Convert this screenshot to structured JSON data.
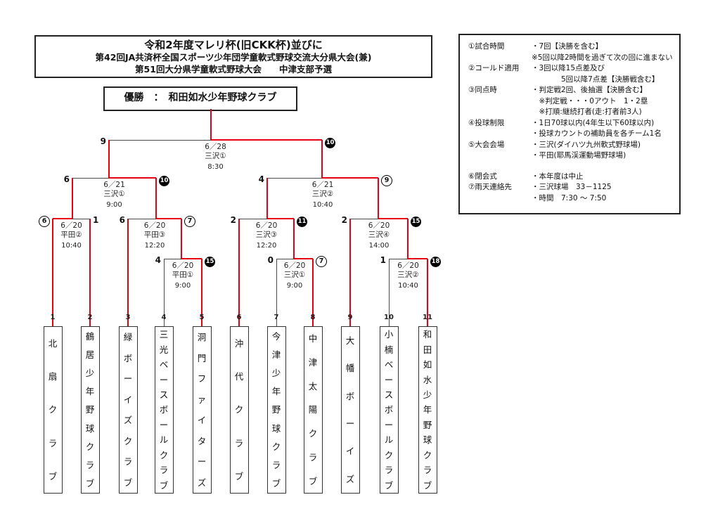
{
  "header": {
    "line1": "令和2年度マレリ杯(旧CKK杯)並びに",
    "line2": "第42回JA共済杯全国スポーツ少年団学童軟式野球交流大分県大会(兼)",
    "line3": "第51回大分県学童軟式野球大会　　中津支部予選"
  },
  "champion": {
    "label": "優勝　：　和田如水少年野球クラブ"
  },
  "colors": {
    "winner_path_red": "#e60012",
    "bracket_line_gray": "#4a4a4a"
  },
  "rules": {
    "rows": [
      {
        "label": "①試合時間",
        "text": "・7回【決勝を含む】"
      },
      {
        "label": "",
        "text": "※5回以降2時間を過ぎて次の回に進まない"
      },
      {
        "label": "②コールド適用",
        "text": "・3回以降15点差及び"
      },
      {
        "label": "",
        "text": "　　　　5回以降7点差【決勝戦含む】"
      },
      {
        "label": "③同点時",
        "text": "・判定戦2回、後抽選【決勝含む】"
      },
      {
        "label": "",
        "text": "　※判定戦・・・0アウト　1・2塁"
      },
      {
        "label": "",
        "text": "　※打順:継続打者(走:打者前3人)"
      },
      {
        "label": "④投球制限",
        "text": "・1日70球以内(4年生以下60球以内)"
      },
      {
        "label": "",
        "text": "・投球カウントの補助員を各チーム1名"
      },
      {
        "label": "⑤大会会場",
        "text": "・三沢(ダイハツ九州軟式野球場)"
      },
      {
        "label": "",
        "text": "・平田(耶馬渓運動場野球場)"
      },
      {
        "label": "",
        "text": "",
        "spacer": true
      },
      {
        "label": "⑥閉会式",
        "text": "・本年度は中止"
      },
      {
        "label": "⑦雨天連絡先",
        "text": "・三沢球場　33－1125"
      },
      {
        "label": "",
        "text": "・時間　7:30 ～ 7:50"
      }
    ]
  },
  "bracket": {
    "teams": [
      {
        "seed": "1",
        "name": "北扇クラブ"
      },
      {
        "seed": "2",
        "name": "鶴居少年野球クラブ"
      },
      {
        "seed": "3",
        "name": "緑ボーイズクラブ"
      },
      {
        "seed": "4",
        "name": "三光ベースボールクラブ"
      },
      {
        "seed": "5",
        "name": "洞門ファイターズ"
      },
      {
        "seed": "6",
        "name": "沖代クラブ"
      },
      {
        "seed": "7",
        "name": "今津少年野球クラブ"
      },
      {
        "seed": "8",
        "name": "中津太陽クラブ"
      },
      {
        "seed": "9",
        "name": "大幡ボーイズ"
      },
      {
        "seed": "10",
        "name": "小楠ベースボールクラブ"
      },
      {
        "seed": "11",
        "name": "和田如水少年野球クラブ"
      }
    ],
    "matches": [
      {
        "id": "final",
        "date": "6／28",
        "venue": "三沢①",
        "time": "8:30",
        "score_left": {
          "text": "9",
          "style": "plain"
        },
        "score_right": {
          "text": "10",
          "style": "circle-filled"
        },
        "winner": "right"
      },
      {
        "id": "sf-left",
        "date": "6／21",
        "venue": "三沢①",
        "time": "9:00",
        "score_left": {
          "text": "6",
          "style": "plain"
        },
        "score_right": {
          "text": "10",
          "style": "circle-filled"
        },
        "winner": "right"
      },
      {
        "id": "sf-right",
        "date": "6／21",
        "venue": "三沢②",
        "time": "10:40",
        "score_left": {
          "text": "4",
          "style": "plain"
        },
        "score_right": {
          "text": "9",
          "style": "circle"
        },
        "winner": "right"
      },
      {
        "id": "qf1",
        "date": "6／20",
        "venue": "平田②",
        "time": "10:40",
        "score_left": {
          "text": "6",
          "style": "circle"
        },
        "score_right": {
          "text": "1",
          "style": "plain"
        },
        "winner": "left"
      },
      {
        "id": "qf2",
        "date": "6／20",
        "venue": "平田③",
        "time": "12:20",
        "score_left": {
          "text": "6",
          "style": "plain"
        },
        "score_right": {
          "text": "7",
          "style": "circle"
        },
        "winner": "right"
      },
      {
        "id": "qf3",
        "date": "6／20",
        "venue": "三沢③",
        "time": "12:20",
        "score_left": {
          "text": "2",
          "style": "plain"
        },
        "score_right": {
          "text": "11",
          "style": "circle-filled"
        },
        "winner": "right"
      },
      {
        "id": "qf4",
        "date": "6／20",
        "venue": "三沢④",
        "time": "14:00",
        "score_left": {
          "text": "2",
          "style": "plain"
        },
        "score_right": {
          "text": "15",
          "style": "circle-filled"
        },
        "winner": "right"
      },
      {
        "id": "r1-a",
        "date": "6／20",
        "venue": "平田①",
        "time": "9:00",
        "score_left": {
          "text": "4",
          "style": "plain"
        },
        "score_right": {
          "text": "15",
          "style": "circle-filled"
        },
        "winner": "right"
      },
      {
        "id": "r1-b",
        "date": "6／20",
        "venue": "三沢①",
        "time": "9:00",
        "score_left": {
          "text": "0",
          "style": "plain"
        },
        "score_right": {
          "text": "7",
          "style": "circle"
        },
        "winner": "right"
      },
      {
        "id": "r1-c",
        "date": "6／20",
        "venue": "三沢②",
        "time": "10:40",
        "score_left": {
          "text": "1",
          "style": "plain"
        },
        "score_right": {
          "text": "18",
          "style": "circle-filled"
        },
        "winner": "right"
      }
    ]
  }
}
